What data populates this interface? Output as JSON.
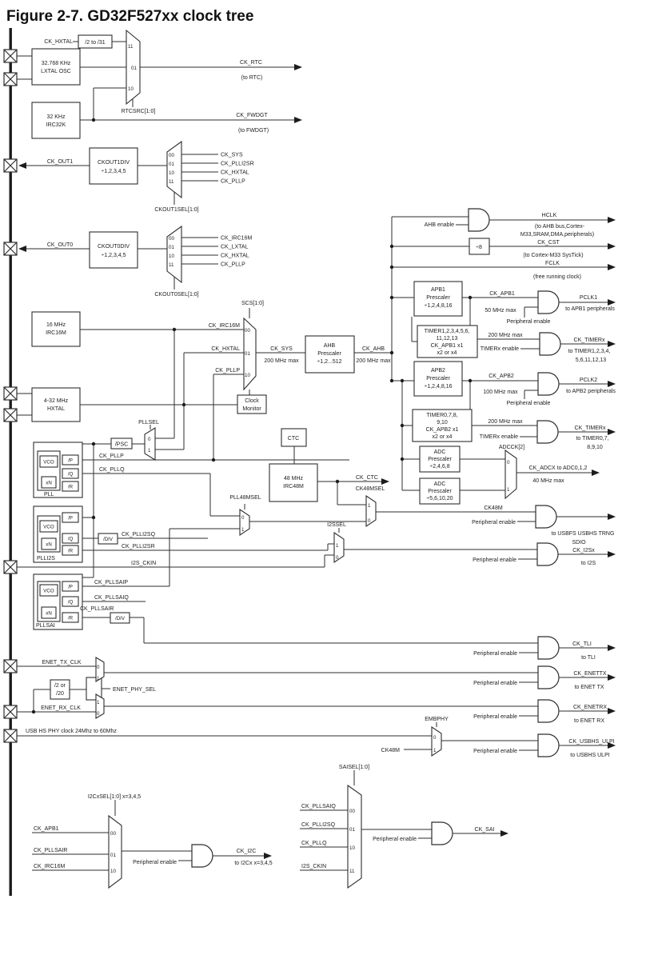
{
  "title": "Figure 2-7. GD32F527xx clock tree",
  "colors": {
    "stroke": "#2e2e2e",
    "text": "#1c1c1c",
    "background": "#ffffff"
  },
  "rtc": {
    "ck_hxtal": "CK_HXTAL",
    "divider": "/2 to /31",
    "lxtal_line1": "32.768 KHz",
    "lxtal_line2": "LXTAL OSC",
    "irc32k_line1": "32 KHz",
    "irc32k_line2": "IRC32K",
    "in_11": "11",
    "in_01": "01",
    "in_10": "10",
    "sel": "RTCSRC[1:0]",
    "ck_rtc": "CK_RTC",
    "to_rtc": "(to RTC)",
    "ck_fwdgt": "CK_FWDGT",
    "to_fwdgt": "(to FWDGT)"
  },
  "ckout1": {
    "ck_out1": "CK_OUT1",
    "div_line1": "CKOUT1DIV",
    "div_line2": "÷1,2,3,4,5",
    "in_00": "00",
    "in_01": "01",
    "in_10": "10",
    "in_11": "11",
    "src_00": "CK_SYS",
    "src_01": "CK_PLLI2SR",
    "src_10": "CK_HXTAL",
    "src_11": "CK_PLLP",
    "sel": "CKOUT1SEL[1:0]"
  },
  "ckout0": {
    "ck_out0": "CK_OUT0",
    "div_line1": "CKOUT0DIV",
    "div_line2": "÷1,2,3,4,5",
    "in_00": "00",
    "in_01": "01",
    "in_10": "10",
    "in_11": "11",
    "src_00": "CK_IRC16M",
    "src_01": "CK_LXTAL",
    "src_10": "CK_HXTAL",
    "src_11": "CK_PLLP",
    "sel": "CKOUT0SEL[1:0]"
  },
  "sys": {
    "irc16m_line1": "16 MHz",
    "irc16m_line2": "IRC16M",
    "hxtal_line1": "4-32 MHz",
    "hxtal_line2": "HXTAL",
    "sel": "SCS[1:0]",
    "ck_irc16m": "CK_IRC16M",
    "ck_hxtal": "CK_HXTAL",
    "ck_pllp": "CK_PLLP",
    "in_00": "00",
    "in_01": "01",
    "in_10": "10",
    "ck_sys": "CK_SYS",
    "ck_sys_max": "200 MHz max",
    "ahb_line1": "AHB",
    "ahb_line2": "Prescaler",
    "ahb_line3": "÷1,2...512",
    "ck_ahb": "CK_AHB",
    "ck_ahb_max": "200 MHz max",
    "monitor_line1": "Clock",
    "monitor_line2": "Monitor",
    "pllsel": "PLLSEL",
    "psc": "/PSC",
    "in_0": "0",
    "in_1": "1"
  },
  "hclk": {
    "ahb_enable": "AHB enable",
    "hclk": "HCLK",
    "to_line1": "(to AHB bus,Cortex-",
    "to_line2": "M33,SRAM,DMA,peripherals)",
    "div8": "÷8",
    "ck_cst": "CK_CST",
    "cst_to": "(to Cortex-M33 SysTick)",
    "fclk": "FCLK",
    "fclk_to": "(free running clock)"
  },
  "apb1": {
    "box_line1": "APB1",
    "box_line2": "Prescaler",
    "box_line3": "÷1,2,4,8,16",
    "ck_apb1": "CK_APB1",
    "max": "50 MHz max",
    "pe": "Peripheral enable",
    "pclk1": "PCLK1",
    "to": "to APB1 peripherals"
  },
  "timer1": {
    "box_line1": "TIMER1,2,3,4,5,6,",
    "box_line2": "11,12,13",
    "box_line3": "CK_APB1 x1",
    "box_line4": "x2 or x4",
    "max": "200 MHz max",
    "enable": "TIMERx enable",
    "ck_timerx": "CK_TIMERx",
    "to_line1": "to TIMER1,2,3,4,",
    "to_line2": "5,6,11,12,13"
  },
  "apb2": {
    "box_line1": "APB2",
    "box_line2": "Prescaler",
    "box_line3": "÷1,2,4,8,16",
    "ck_apb2": "CK_APB2",
    "max": "100 MHz max",
    "pe": "Peripheral enable",
    "pclk2": "PCLK2",
    "to": "to APB2 peripherals"
  },
  "timer0": {
    "box_line1": "TIMER0,7,8,",
    "box_line2": "9,10",
    "box_line3": "CK_APB2 x1",
    "box_line4": "x2 or x4",
    "max": "200 MHz max",
    "enable": "TIMERx enable",
    "ck_timerx": "CK_TIMERx",
    "to_line1": "to TIMER0,7,",
    "to_line2": "8,9,10"
  },
  "adc": {
    "box1_line1": "ADC",
    "box1_line2": "Prescaler",
    "box1_line3": "÷2,4,6,8",
    "box2_line1": "ADC",
    "box2_line2": "Prescaler",
    "box2_line3": "÷5,6,10,20",
    "sel": "ADCCK[2]",
    "in_0": "0",
    "in_1": "1",
    "ck_adc": "CK_ADCX to ADC0,1,2",
    "max": "40 MHz max"
  },
  "pll": {
    "vco": "VCO",
    "xn": "xN",
    "p": "/P",
    "q": "/Q",
    "r": "/R",
    "name": "PLL",
    "ck_pllp": "CK_PLLP",
    "ck_pllq": "CK_PLLQ"
  },
  "plli2s": {
    "vco": "VCO",
    "xn": "xN",
    "p": "/P",
    "q": "/Q",
    "r": "/R",
    "name": "PLLI2S",
    "div": "/DIV",
    "ck_plli2sq": "CK_PLLI2SQ",
    "ck_plli2sr": "CK_PLLI2SR",
    "i2s_ckin": "I2S_CKIN"
  },
  "pllsai": {
    "vco": "VCO",
    "xn": "xN",
    "p": "/P",
    "q": "/Q",
    "r": "/R",
    "name": "PLLSAI",
    "div": "/DIV",
    "ck_pllsaip": "CK_PLLSAIP",
    "ck_pllsaiq": "CK_PLLSAIQ",
    "ck_pllsair": "CK_PLLSAIR"
  },
  "clk48": {
    "ctc": "CTC",
    "irc48m_line1": "48 MHz",
    "irc48m_line2": "IRC48M",
    "pll48msel": "PLL48MSEL",
    "ck_ctc": "CK_CTC",
    "ck48msel": "CK48MSEL",
    "in_0": "0",
    "in_1": "1",
    "sel_in_1": "1",
    "sel_in_0": "0",
    "ck48m": "CK48M",
    "pe": "Peripheral enable",
    "to_line1": "to USBFS USBHS TRNG",
    "to_line2": "SDIO"
  },
  "i2s": {
    "i2ssel": "I2SSEL",
    "in_1": "1",
    "in_0": "0",
    "pe": "Peripheral enable",
    "ck_i2sx": "CK_I2Sx",
    "to": "to I2S"
  },
  "tli": {
    "pe": "Peripheral enable",
    "ck_tli": "CK_TLI",
    "to": "to TLI"
  },
  "enet": {
    "tx_clk": "ENET_TX_CLK",
    "rx_clk": "ENET_RX_CLK",
    "div_line1": "/2 or",
    "div_line2": "/20",
    "phy_sel": "ENET_PHY_SEL",
    "mux1_in0": "0",
    "mux1_in1": "1",
    "mux2_in1": "1",
    "mux2_in0": "0",
    "pe_tx": "Peripheral enable",
    "ck_enettx": "CK_ENETTX",
    "to_tx": "to ENET TX",
    "pe_rx": "Peripheral enable",
    "ck_enetrx": "CK_ENETRX",
    "to_rx": "to ENET RX"
  },
  "usbhs": {
    "phy_clk": "USB HS PHY clock 24Mhz to 60Mhz",
    "embphy": "EMBPHY",
    "in_0": "0",
    "in_1": "1",
    "ck48m": "CK48M",
    "pe": "Peripheral enable",
    "ck_usbhs": "CK_USBHS_ULPI",
    "to": "to USBHS ULPI"
  },
  "i2c": {
    "sel": "I2CxSEL[1:0] x=3,4,5",
    "src_00": "CK_APB1",
    "src_01": "CK_PLLSAIR",
    "src_10": "CK_IRC16M",
    "in_00": "00",
    "in_01": "01",
    "in_10": "10",
    "pe": "Peripheral enable",
    "ck_i2c": "CK_I2C",
    "to": "to I2Cx x=3,4,5"
  },
  "sai": {
    "sel": "SAISEL[1:0]",
    "src_00": "CK_PLLSAIQ",
    "src_01": "CK_PLLI2SQ",
    "src_10": "CK_PLLQ",
    "src_11": "I2S_CKIN",
    "in_00": "00",
    "in_01": "01",
    "in_10": "10",
    "in_11": "11",
    "pe": "Peripheral enable",
    "ck_sai": "CK_SAI"
  }
}
